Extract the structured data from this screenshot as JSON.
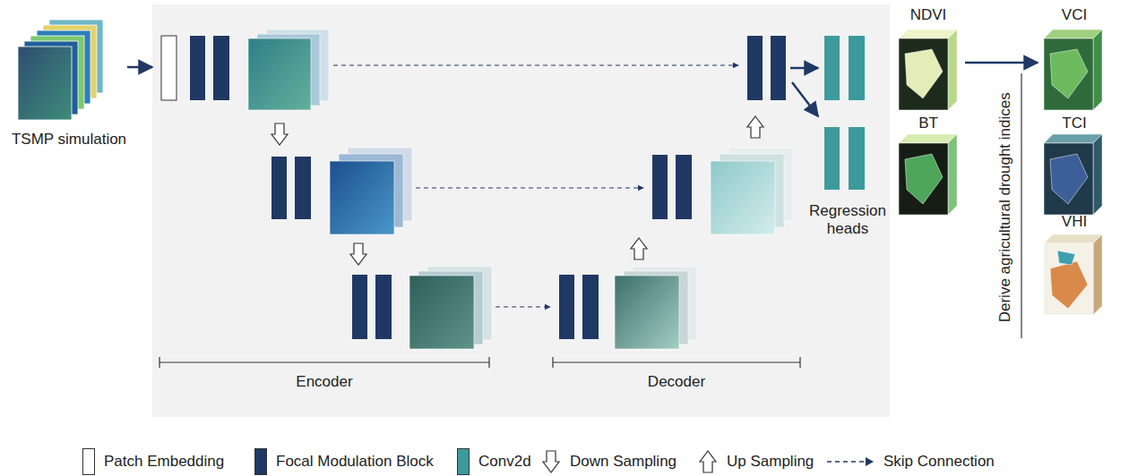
{
  "diagram": {
    "nodes": [
      {
        "text": [
          "TSMP simulation"
        ]
      },
      {
        "text": [
          "Encoder",
          "Decoder"
        ]
      },
      {
        "text": [
          "Regression heads"
        ],
        "in": 1
      },
      {
        "text": [
          "NDVI"
        ]
      },
      {
        "text": [
          "BT"
        ]
      },
      {
        "text": [
          "VCI"
        ]
      },
      {
        "text": [
          "TCI"
        ]
      },
      {
        "text": [
          "VHI"
        ]
      }
    ],
    "edges": [
      {
        "from": 0,
        "to": 1,
        "arrow": "to"
      },
      {
        "from": 3,
        "to": 5,
        "arrow": "to"
      }
    ],
    "labels": [
      "Derive agricultural drought indices"
    ],
    "legend": [
      {
        "text": "Patch Embedding",
        "color": "#ffffff"
      },
      {
        "text": "Focal Modulation Block",
        "color": "#203864"
      },
      {
        "text": "Conv2d",
        "color": "#3d9a9c"
      },
      {
        "text": "Down Sampling"
      },
      {
        "text": "Up Sampling"
      },
      {
        "text": "Skip Connection"
      }
    ]
  }
}
